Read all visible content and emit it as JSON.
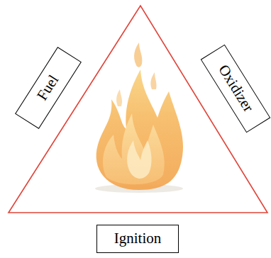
{
  "diagram": {
    "nodes": [
      {
        "text": [
          "Fuel"
        ]
      },
      {
        "text": [
          "Oxidizer"
        ]
      },
      {
        "text": [
          "Ignition"
        ]
      }
    ]
  }
}
